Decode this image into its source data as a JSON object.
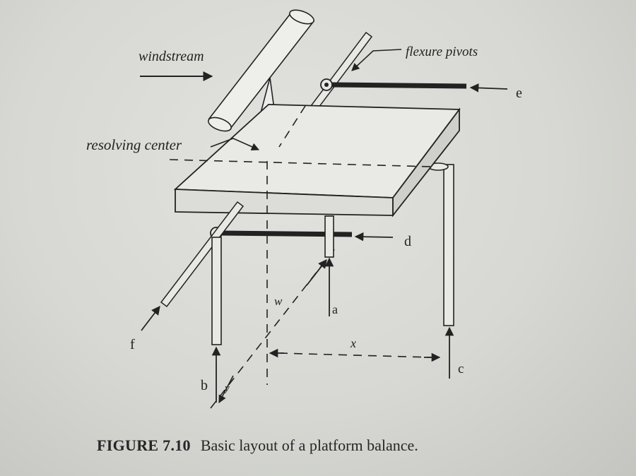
{
  "labels": {
    "windstream": "windstream",
    "flexure_pivots": "flexure pivots",
    "resolving_center": "resolving center",
    "a": "a",
    "b": "b",
    "c": "c",
    "d": "d",
    "e": "e",
    "f": "f",
    "w": "w",
    "x": "x",
    "y": "y"
  },
  "caption": {
    "number": "FIGURE 7.10",
    "text": "Basic layout of a platform balance."
  },
  "colors": {
    "ink": "#222222",
    "background": "#dcddd8"
  }
}
